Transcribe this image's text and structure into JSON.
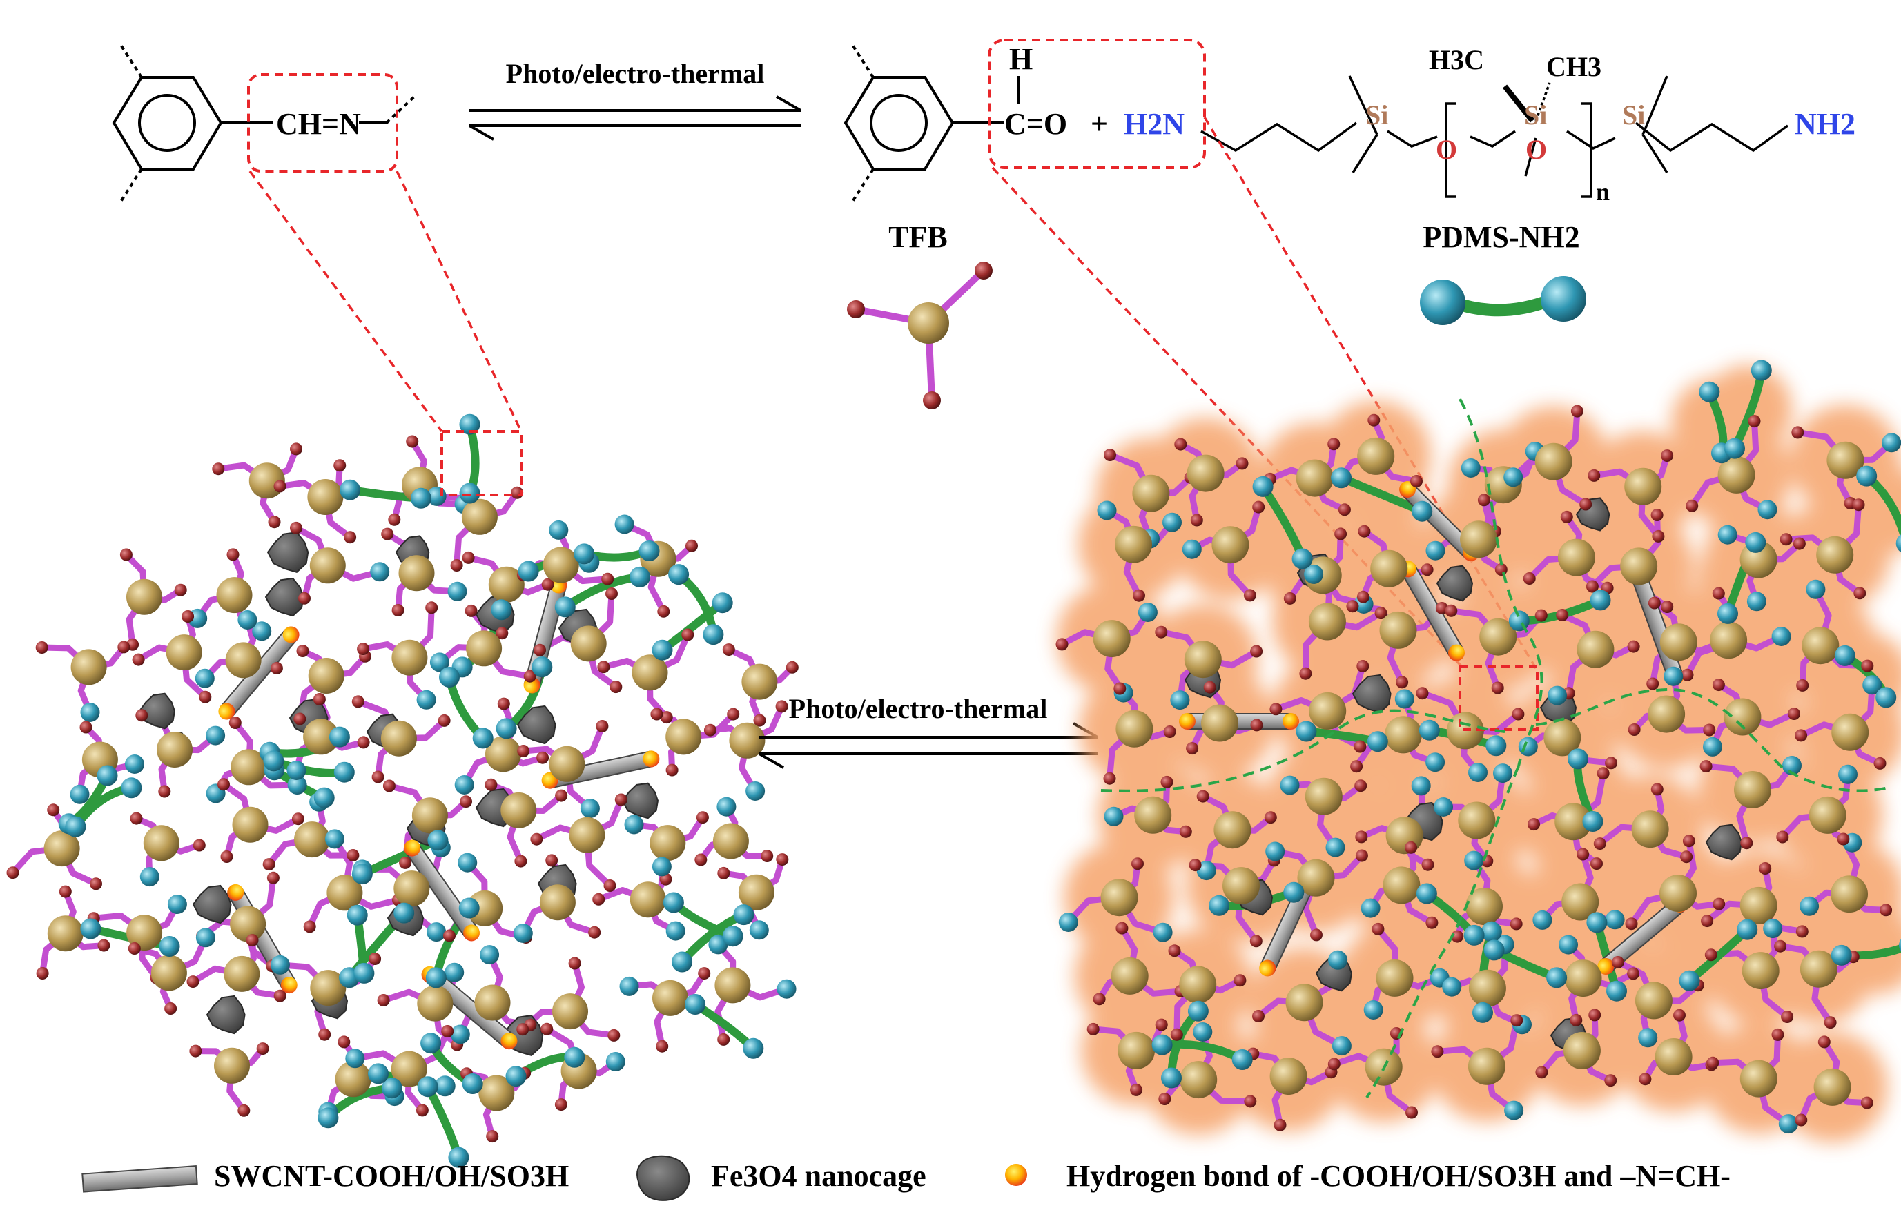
{
  "reaction": {
    "arrow_top_label": "Photo/electro-thermal",
    "imine_label": "CH=N",
    "aldehyde_h": "H",
    "aldehyde_label": "C=O",
    "plus": "+",
    "amine_left": "H2N",
    "amine_right": "NH2",
    "si_label": "Si",
    "o_label": "O",
    "methyl_left": "H3C",
    "methyl_right": "CH3",
    "repeat_n": "n",
    "tfb_label": "TFB",
    "pdms_label": "PDMS-NH2"
  },
  "networks": {
    "middle_arrow_label": "Photo/electro-thermal"
  },
  "legend": {
    "swcnt_label": "SWCNT-COOH/OH/SO3H",
    "fe3o4_label": "Fe3O4 nanocage",
    "hbond_label": "Hydrogen bond of -COOH/OH/SO3H and –N=CH-"
  },
  "colors": {
    "linker": "#c34fd0",
    "pdms_chain": "#2e9a3e",
    "node": "#b99a52",
    "end_cap": "#9b2a2a",
    "amine_ball": "#2f97b3",
    "cnt": "#9e9e9e",
    "fe3o4": "#5e5e5e",
    "highlight_box": "#e8262a",
    "domain_boundary": "#2aa548",
    "glow": "#f6a46c",
    "amine_text": "#2f45e8"
  }
}
